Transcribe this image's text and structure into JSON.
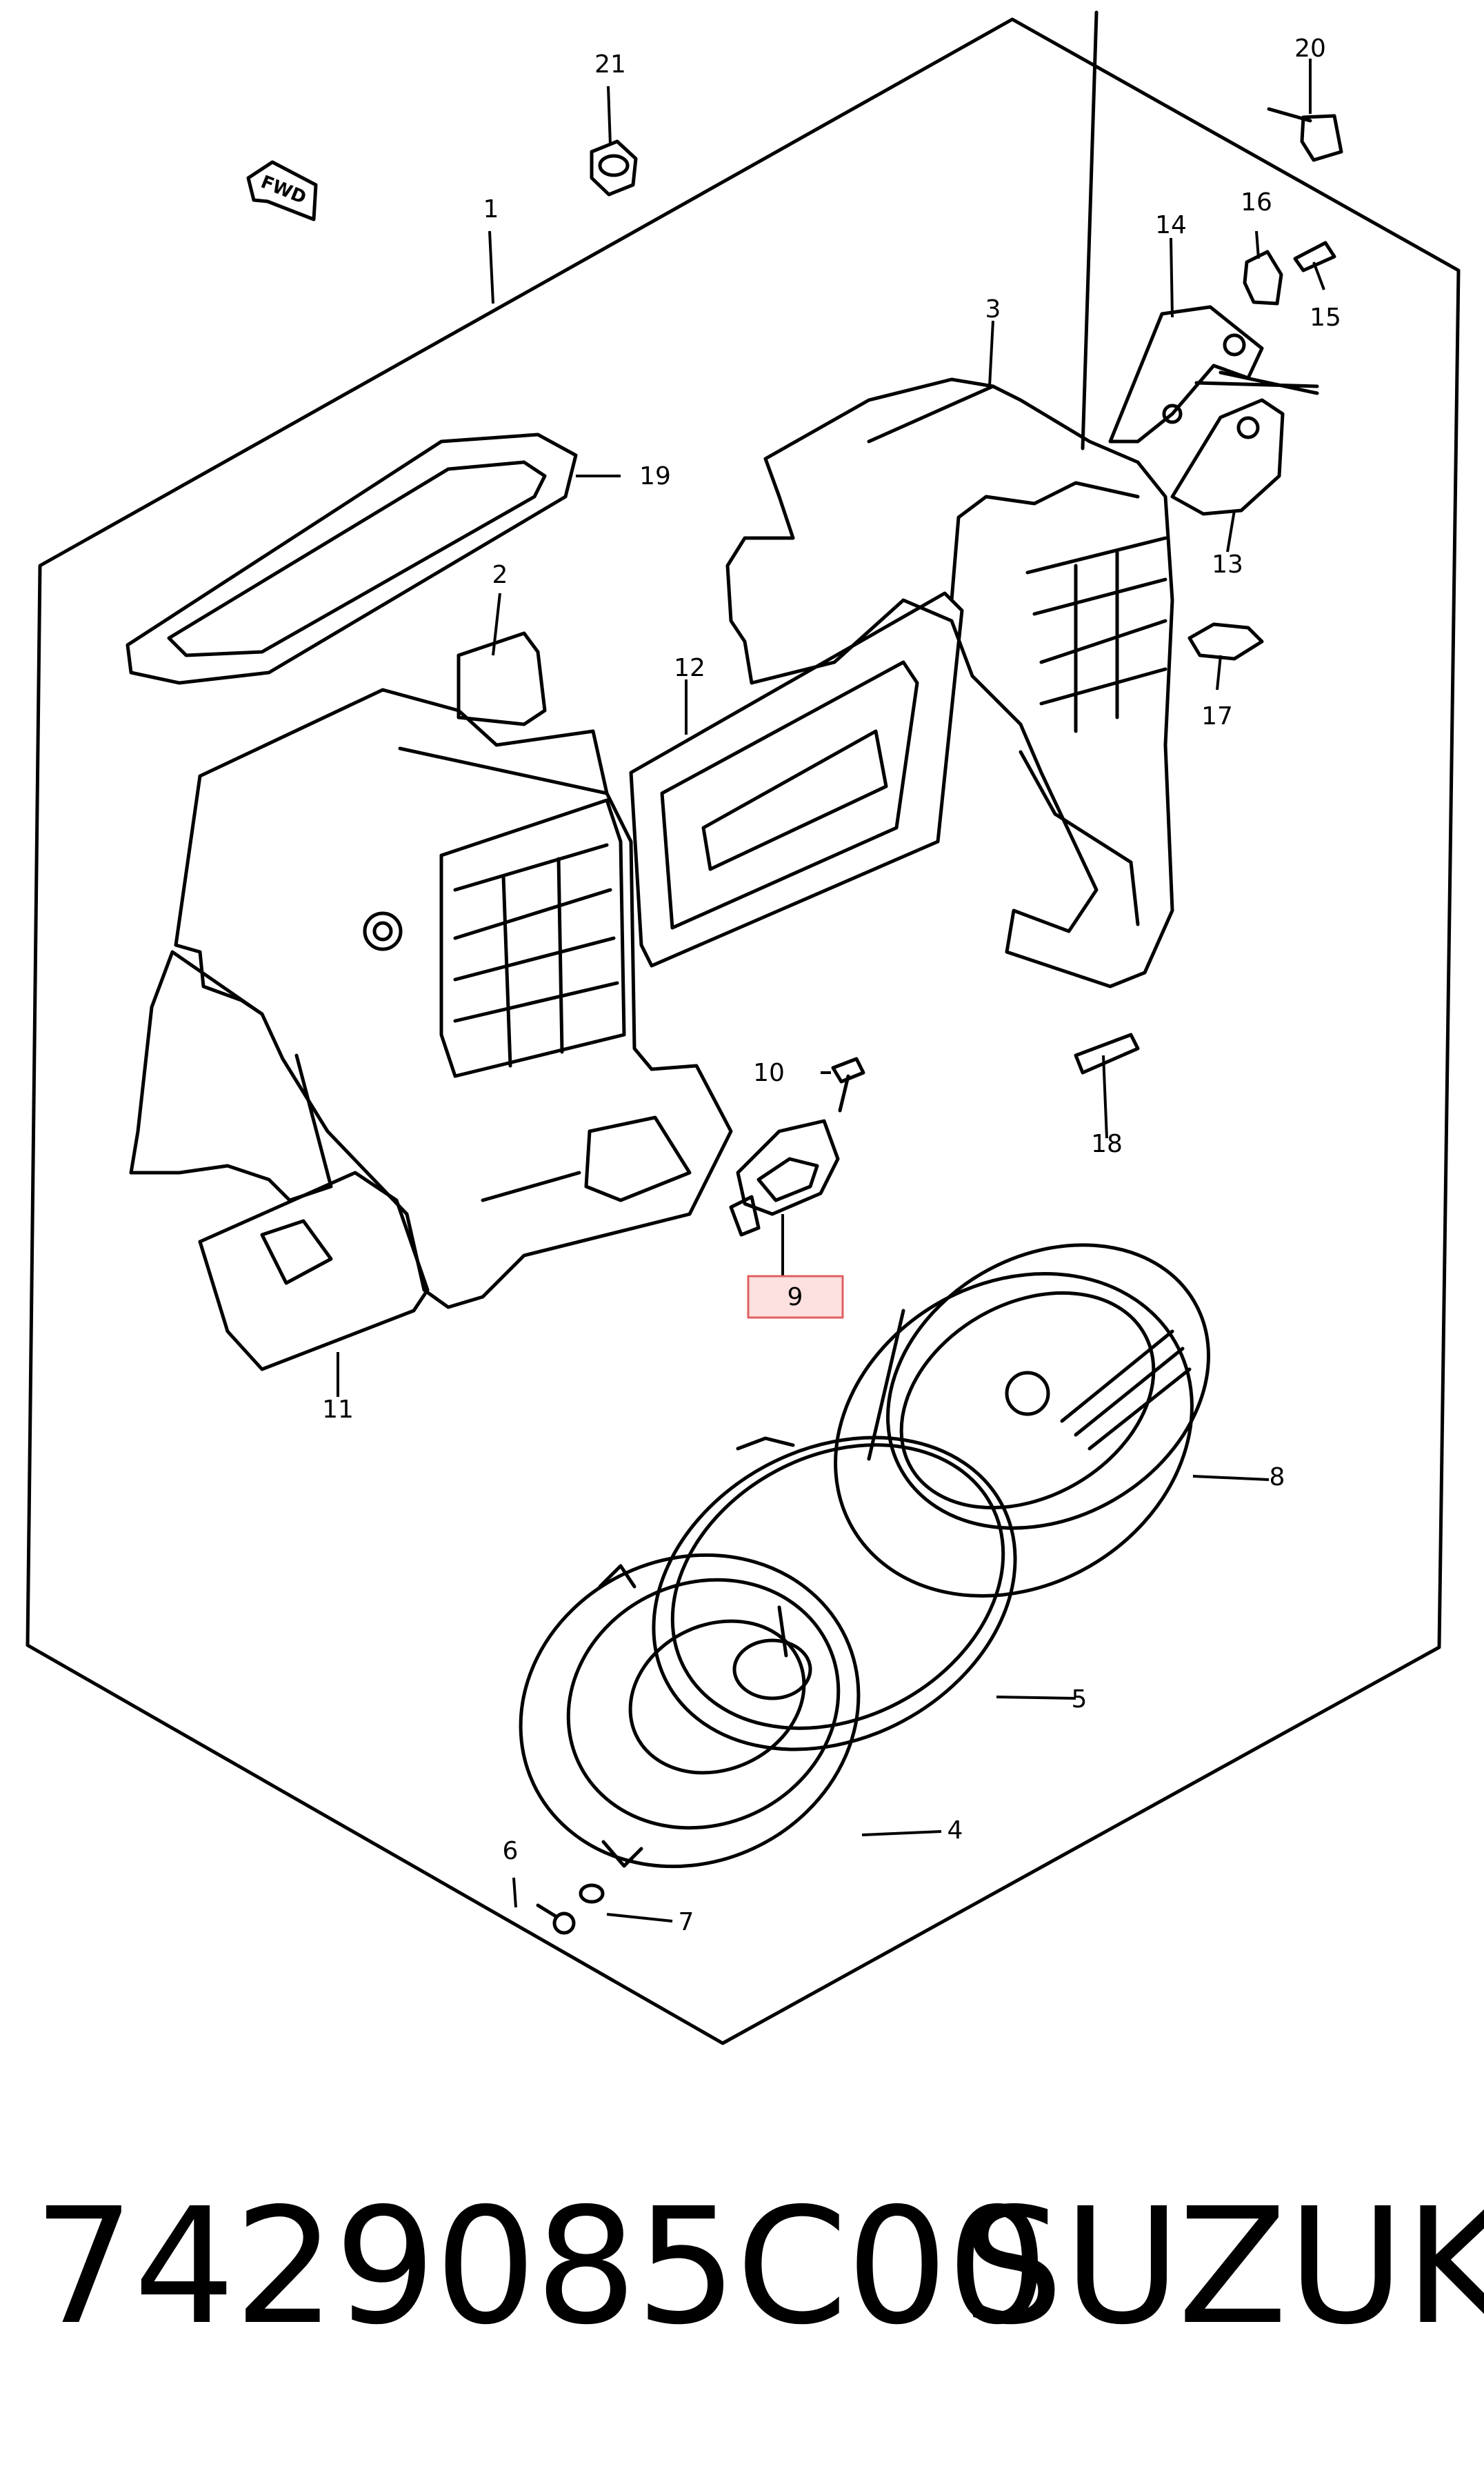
{
  "diagram": {
    "fwd_label": "FWD",
    "highlighted_callout": "9",
    "callouts": [
      {
        "id": "c1",
        "label": "1"
      },
      {
        "id": "c2",
        "label": "2"
      },
      {
        "id": "c3",
        "label": "3"
      },
      {
        "id": "c4",
        "label": "4"
      },
      {
        "id": "c5",
        "label": "5"
      },
      {
        "id": "c6",
        "label": "6"
      },
      {
        "id": "c7",
        "label": "7"
      },
      {
        "id": "c8",
        "label": "8"
      },
      {
        "id": "c9",
        "label": "9"
      },
      {
        "id": "c10",
        "label": "10"
      },
      {
        "id": "c11",
        "label": "11"
      },
      {
        "id": "c12",
        "label": "12"
      },
      {
        "id": "c13",
        "label": "13"
      },
      {
        "id": "c14",
        "label": "14"
      },
      {
        "id": "c15",
        "label": "15"
      },
      {
        "id": "c16",
        "label": "16"
      },
      {
        "id": "c17",
        "label": "17"
      },
      {
        "id": "c18",
        "label": "18"
      },
      {
        "id": "c19",
        "label": "19"
      },
      {
        "id": "c20",
        "label": "20"
      },
      {
        "id": "c21",
        "label": "21"
      }
    ],
    "colors": {
      "line": "#000000",
      "highlight_fill": "#fde0e0",
      "highlight_border": "#e06060",
      "background": "#ffffff"
    }
  },
  "footer": {
    "part_number": "7429085C00",
    "brand": "SUZUKI"
  }
}
